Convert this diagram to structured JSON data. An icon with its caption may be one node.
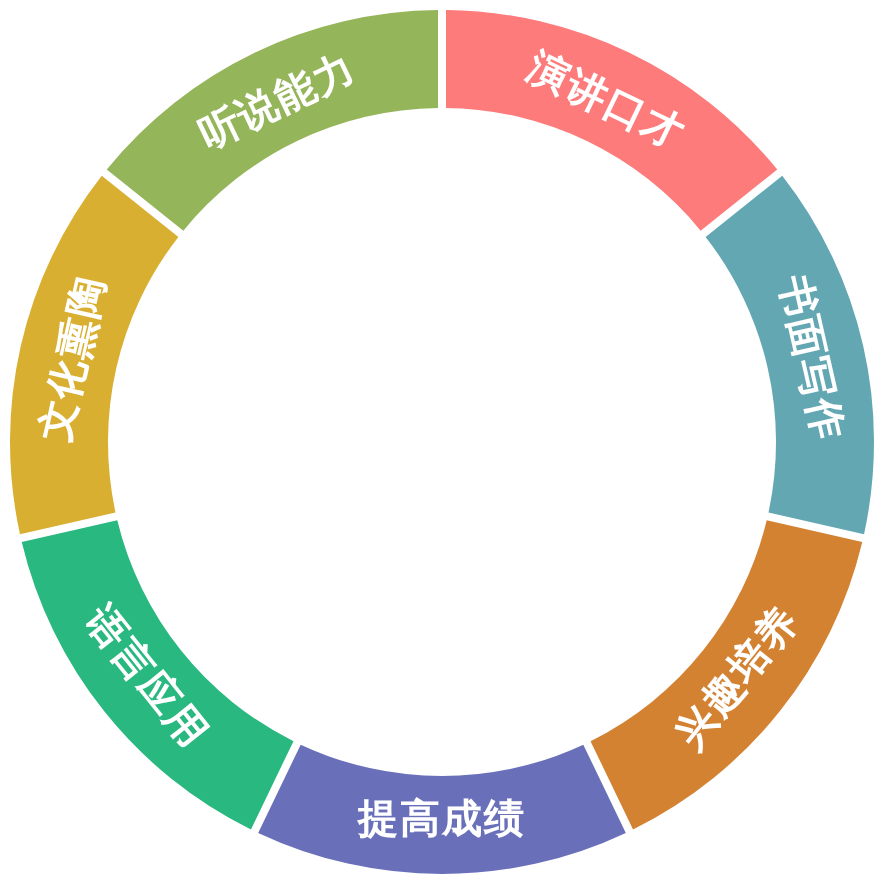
{
  "diagram": {
    "nodes": [
      {
        "text": [
          "演讲口才"
        ]
      },
      {
        "text": [
          "书面写作"
        ]
      },
      {
        "text": [
          "兴趣培养"
        ]
      },
      {
        "text": [
          "提高成绩"
        ]
      },
      {
        "text": [
          "语言应用"
        ]
      },
      {
        "text": [
          "文化熏陶"
        ]
      },
      {
        "text": [
          "听说能力"
        ]
      }
    ]
  }
}
